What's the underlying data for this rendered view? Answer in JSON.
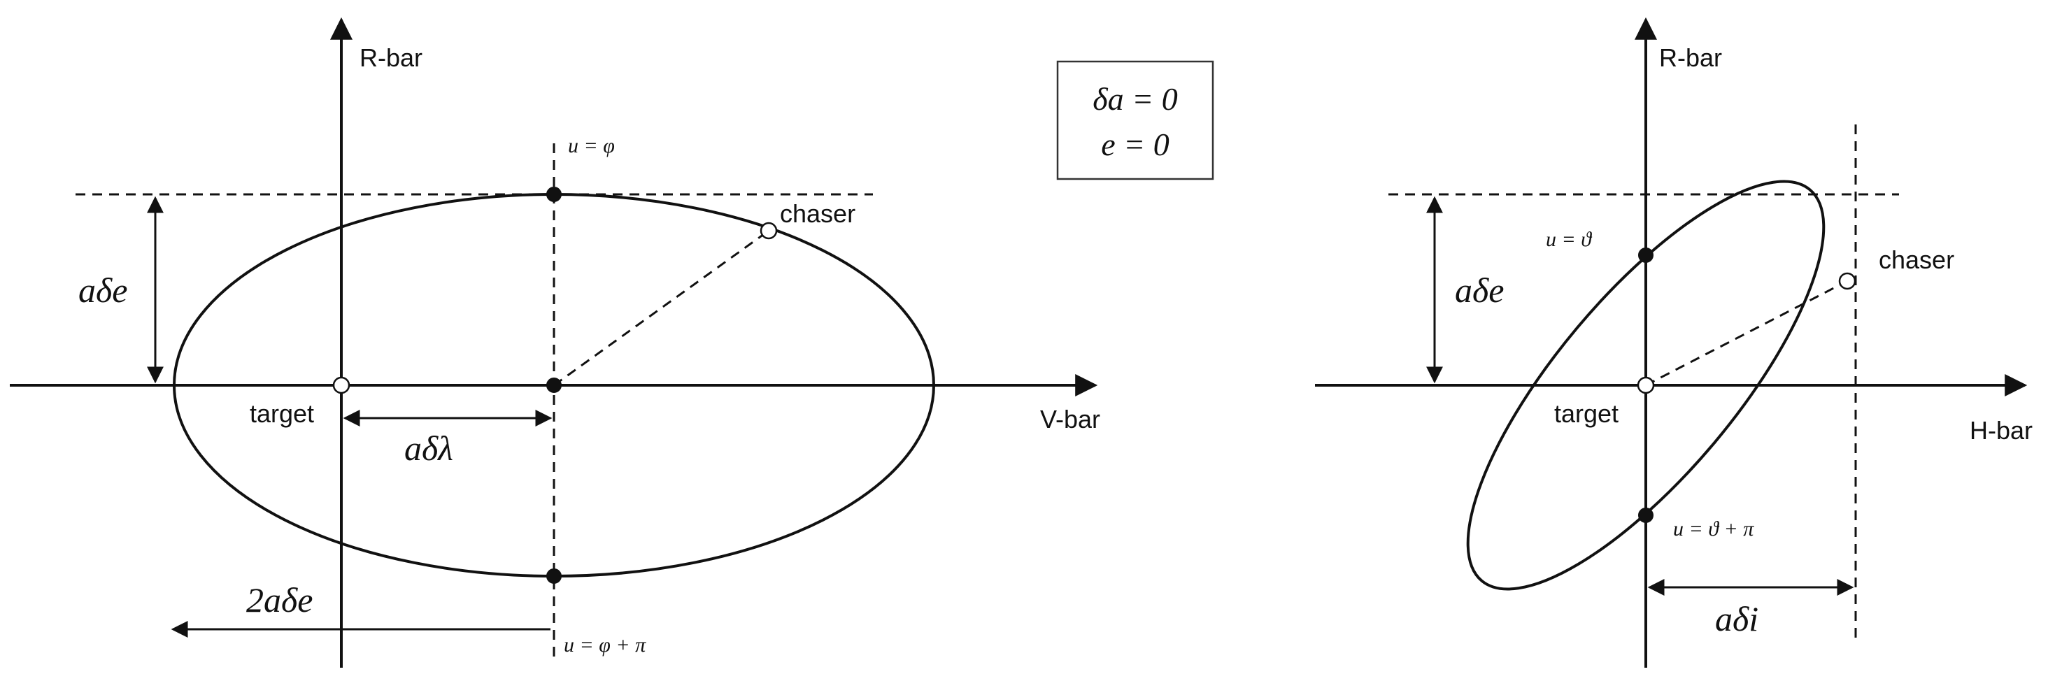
{
  "left_diagram": {
    "axis_vertical": "R-bar",
    "axis_horizontal": "V-bar",
    "target": "target",
    "chaser": "chaser",
    "top_point_label": "u = φ",
    "bottom_point_label": "u = φ + π",
    "height_label": "aδe",
    "offset_label": "aδλ",
    "width_label": "2aδe"
  },
  "condition_box": {
    "line1": "δa = 0",
    "line2": "e = 0"
  },
  "right_diagram": {
    "axis_vertical": "R-bar",
    "axis_horizontal": "H-bar",
    "target": "target",
    "chaser": "chaser",
    "top_point_label": "u = ϑ",
    "bottom_point_label": "u = ϑ + π",
    "height_label": "aδe",
    "offset_label": "aδi"
  }
}
